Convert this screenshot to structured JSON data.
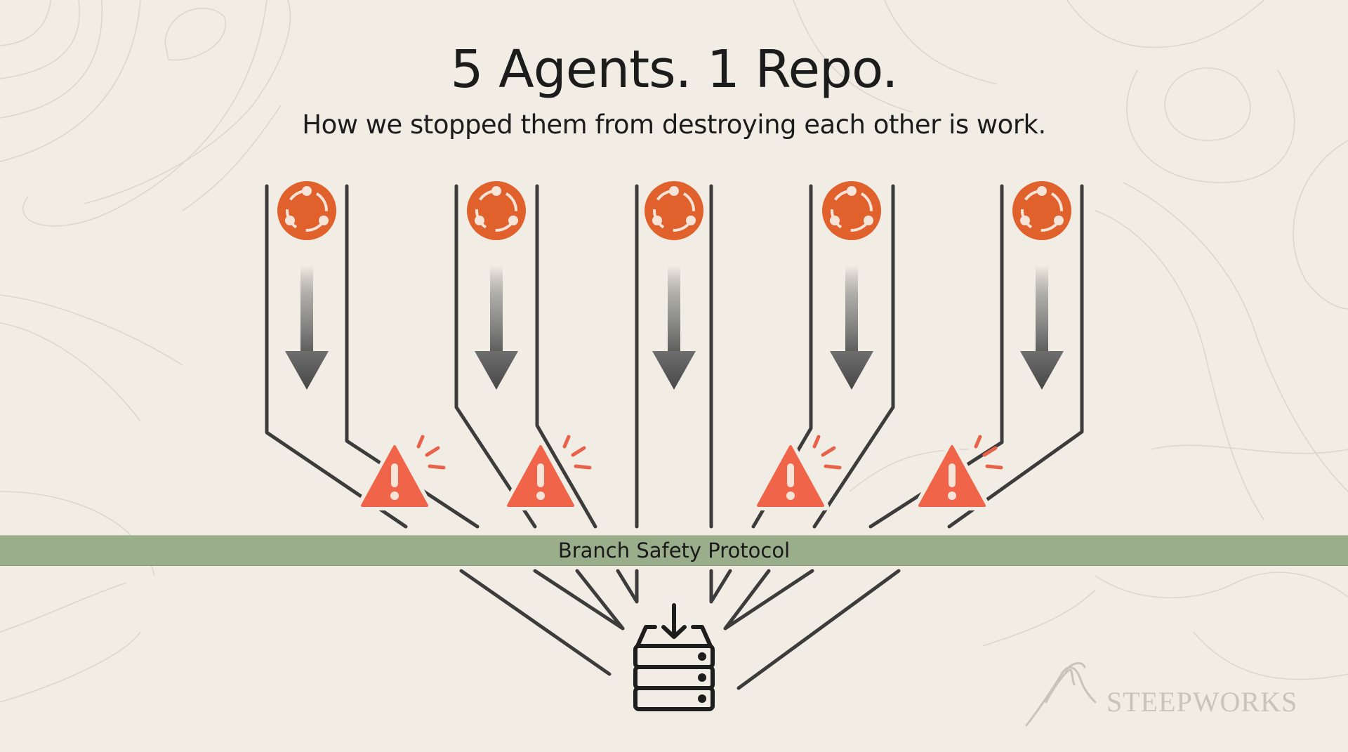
{
  "header": {
    "title": "5 Agents. 1 Repo.",
    "subtitle": "How we stopped them from destroying each other is work."
  },
  "diagram": {
    "agents": [
      {
        "id": "agent-1",
        "icon": "agent-node-icon",
        "color": "#e0612b"
      },
      {
        "id": "agent-2",
        "icon": "agent-node-icon",
        "color": "#e0612b"
      },
      {
        "id": "agent-3",
        "icon": "agent-node-icon",
        "color": "#e0612b"
      },
      {
        "id": "agent-4",
        "icon": "agent-node-icon",
        "color": "#e0612b"
      },
      {
        "id": "agent-5",
        "icon": "agent-node-icon",
        "color": "#e0612b"
      }
    ],
    "warnings": [
      {
        "id": "collision-1",
        "icon": "warning-triangle-icon",
        "color": "#f0654a"
      },
      {
        "id": "collision-2",
        "icon": "warning-triangle-icon",
        "color": "#f0654a"
      },
      {
        "id": "collision-3",
        "icon": "warning-triangle-icon",
        "color": "#f0654a"
      },
      {
        "id": "collision-4",
        "icon": "warning-triangle-icon",
        "color": "#f0654a"
      }
    ],
    "protocol_band": {
      "label": "Branch Safety Protocol",
      "color": "#9aae8c"
    },
    "repository": {
      "icon": "server-stack-download-icon"
    }
  },
  "branding": {
    "logo_text": "STEEPWORKS",
    "logo_icon": "mountain-peak-icon"
  },
  "colors": {
    "background": "#f2ede4",
    "line": "#3c3c3c",
    "agent": "#e0612b",
    "warning": "#f0654a",
    "band": "#9aae8c"
  }
}
